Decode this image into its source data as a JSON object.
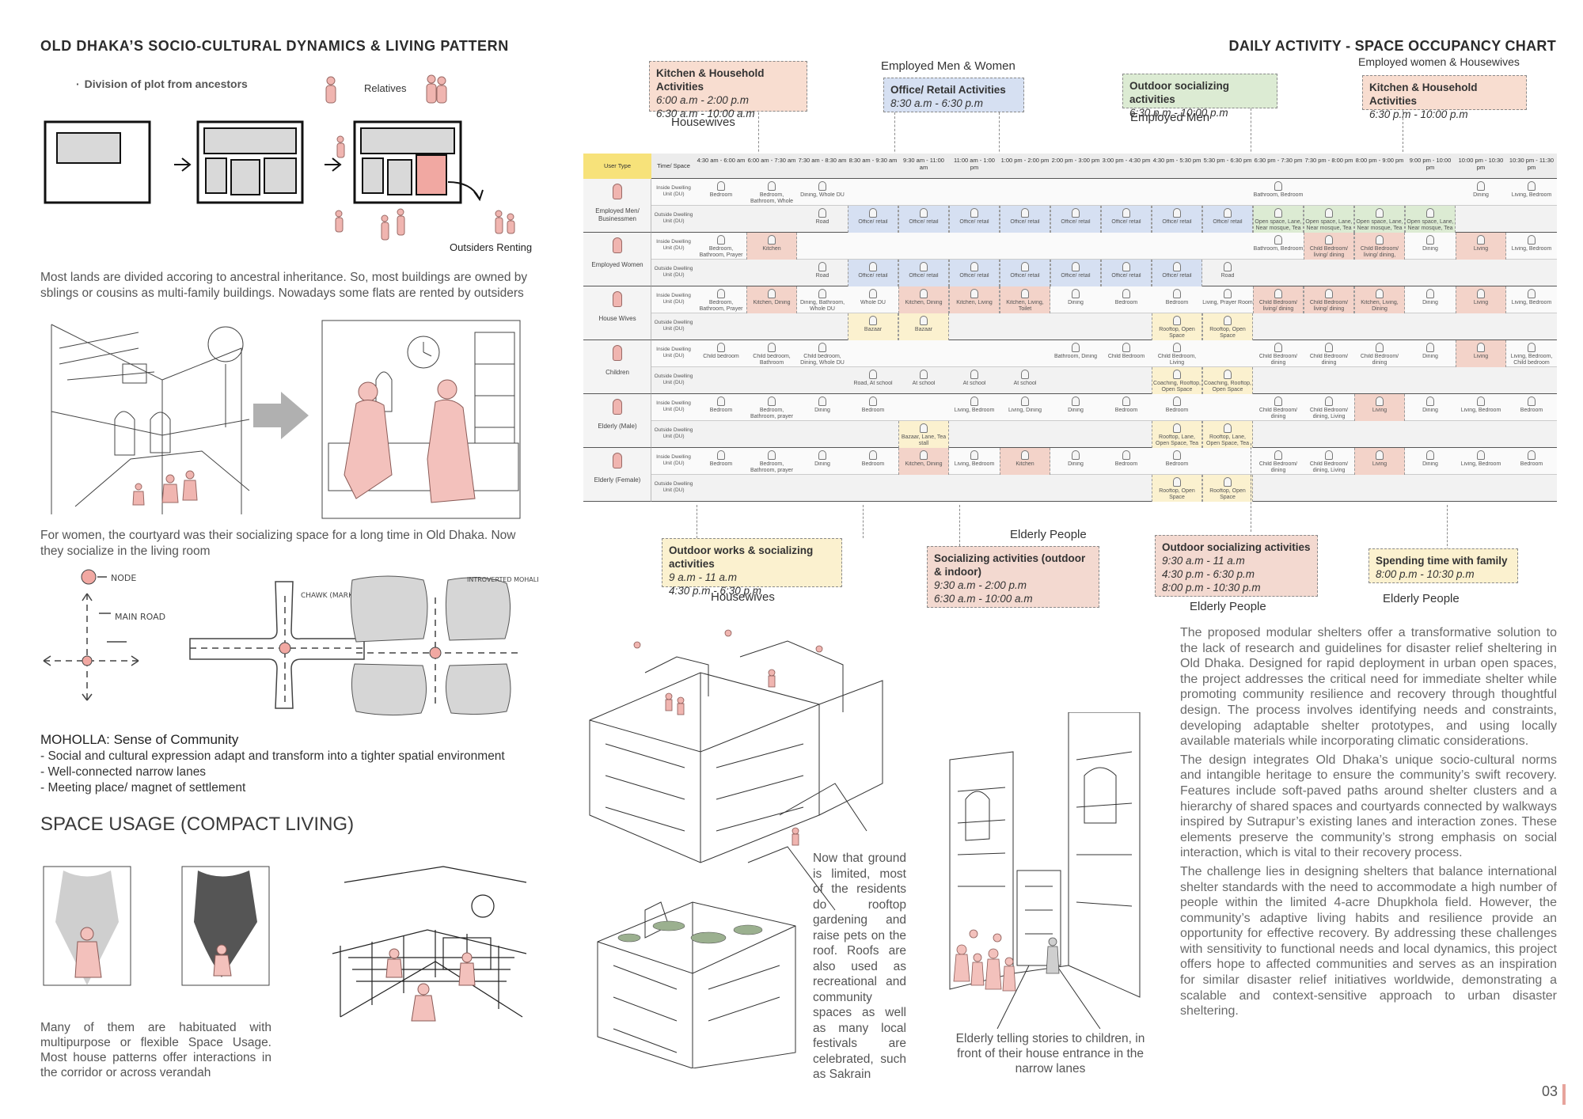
{
  "left": {
    "heading": "OLD DHAKA’S SOCIO-CULTURAL DYNAMICS & LIVING PATTERN",
    "plot_label": "Division of plot from ancestors",
    "relatives_label": "Relatives",
    "outsiders_label": "Outsiders Renting",
    "para1": "Most lands are divided accoring to ancestral inheritance. So, most buildings are owned by sblings or cousins as multi-family buildings. Nowadays some flats are rented by outsiders",
    "para2": "For women, the courtyard was their socializing space for a long time in Old Dhaka. Now they socialize in the living room",
    "sketch_node": "NODE",
    "sketch_main_road": "MAIN ROAD",
    "sketch_chawk": "CHAWK (MARKET PLACE)",
    "sketch_introverted": "INTROVERTED MOHALLAS WITH MIX-USE SHOP-HOUSE",
    "moholla_title": "MOHOLLA: Sense of Community",
    "moholla_points": [
      "- Social and cultural expression adapt and transform into a tighter spatial environment",
      "- Well-connected narrow lanes",
      "- Meeting place/ magnet of settlement"
    ],
    "space_usage_heading": "SPACE USAGE (COMPACT LIVING)",
    "para3": "Many of them are habituated with multipurpose or flexible Space Usage. Most house patterns offer interactions in the corridor or across verandah"
  },
  "right": {
    "heading": "DAILY ACTIVITY - SPACE OCCUPANCY CHART",
    "top_callouts": [
      {
        "title": "Kitchen & Household Activities",
        "lines": [
          "6:00 a.m - 2:00 p.m",
          "6:30 a.m - 10:00 a.m"
        ],
        "who": "Housewives",
        "bg": "#f8ddd0"
      },
      {
        "title": "Office/ Retail Activities",
        "lines": [
          "8:30 a.m - 6:30 p.m"
        ],
        "who": "Employed Men & Women",
        "bg": "#d6e0f2"
      },
      {
        "title": "Outdoor socializing activities",
        "lines": [
          "6:30 p.m - 10:00 p.m"
        ],
        "who": "Employed Men",
        "bg": "#dcebd3"
      },
      {
        "title": "Kitchen & Household Activities",
        "lines": [
          "6:30 p.m - 10:00 p.m"
        ],
        "who": "Employed women & Housewives",
        "bg": "#f8ddd0"
      }
    ],
    "bottom_callouts": [
      {
        "title": "Outdoor works & socializing  activities",
        "lines": [
          "9 a.m - 11 a.m",
          "4:30 p.m - 6:30 p.m"
        ],
        "who": "Housewives",
        "bg": "#fbf1cf"
      },
      {
        "title": "Socializing activities (outdoor & indoor)",
        "lines": [
          "9:30 a.m - 2:00 p.m",
          "6:30 a.m - 10:00 a.m"
        ],
        "who": "Elderly People",
        "bg": "#f3d9d0"
      },
      {
        "title": "Outdoor socializing activities",
        "lines": [
          "9:30 a.m - 11 a.m",
          "4:30 p.m - 6:30 p.m",
          "8:00 p.m - 10:30 p.m"
        ],
        "who": "Elderly People",
        "bg": "#f3d9d0"
      },
      {
        "title": "Spending time with family",
        "lines": [
          "8:00 p.m - 10:30 p.m"
        ],
        "who": "Elderly People",
        "bg": "#fbf1cf"
      }
    ],
    "chart": {
      "header_user": "User Type",
      "header_space": "Time/ Space",
      "times": [
        "4:30 am - 6:00 am",
        "6:00 am - 7:30 am",
        "7:30 am - 8:30 am",
        "8:30 am - 9:30 am",
        "9:30 am - 11:00 am",
        "11:00 am - 1:00 pm",
        "1:00 pm - 2:00 pm",
        "2:00 pm - 3:00 pm",
        "3:00 pm - 4:30 pm",
        "4:30 pm - 5:30 pm",
        "5:30 pm - 6:30 pm",
        "6:30 pm - 7:30 pm",
        "7:30 pm - 8:00 pm",
        "8:00 pm - 9:00 pm",
        "9:00 pm - 10:00 pm",
        "10:00 pm - 10:30 pm",
        "10:30 pm - 11:30 pm"
      ],
      "groups": [
        {
          "user": "Employed Men/ Businessmen",
          "rows": [
            {
              "space": "Inside Dwelling Unit (DU)",
              "cells": [
                "Bedroom",
                "Bedroom, Bathroom, Whole DU",
                "Dining, Whole DU",
                "",
                "",
                "",
                "",
                "",
                "",
                "",
                "",
                "Bathroom, Bedroom",
                "",
                "",
                "",
                "Dining",
                "Living, Bedroom"
              ]
            },
            {
              "space": "Outside Dwelling Unit (DU)",
              "cells": [
                "",
                "",
                "Road",
                "Office/ retail",
                "Office/ retail",
                "Office/ retail",
                "Office/ retail",
                "Office/ retail",
                "Office/ retail",
                "Office/ retail",
                "Office/ retail",
                "Open space, Lane, Near mosque, Tea stall",
                "Open space, Lane, Near mosque, Tea stall",
                "Open space, Lane, Near mosque, Tea stall",
                "Open space, Lane, Near mosque, Tea stall",
                "",
                ""
              ]
            }
          ]
        },
        {
          "user": "Employed Women",
          "rows": [
            {
              "space": "Inside Dwelling Unit (DU)",
              "cells": [
                "Bedroom, Bathroom, Prayer Room, Dining",
                "Kitchen",
                "",
                "",
                "",
                "",
                "",
                "",
                "",
                "",
                "",
                "Bathroom, Bedroom",
                "Child Bedroom/ living/ dining",
                "Child Bedroom/ living/ dining, Kitchen",
                "Dining",
                "Living",
                "Living, Bedroom"
              ]
            },
            {
              "space": "Outside Dwelling Unit (DU)",
              "cells": [
                "",
                "",
                "Road",
                "Office/ retail",
                "Office/ retail",
                "Office/ retail",
                "Office/ retail",
                "Office/ retail",
                "Office/ retail",
                "Office/ retail",
                "Road",
                "",
                "",
                "",
                "",
                "",
                ""
              ]
            }
          ]
        },
        {
          "user": "House Wives",
          "rows": [
            {
              "space": "Inside Dwelling Unit (DU)",
              "cells": [
                "Bedroom, Bathroom, Prayer Room, Dining",
                "Kitchen, Dining",
                "Dining, Bathroom, Whole DU",
                "Whole DU",
                "Kitchen, Dining",
                "Kitchen, Living",
                "Kitchen, Living, Toilet",
                "Dining",
                "Bedroom",
                "Bedroom",
                "Living, Prayer Room",
                "Child Bedroom/ living/ dining",
                "Child Bedroom/ living/ dining",
                "Kitchen, Living, Dining",
                "Dining",
                "Living",
                "Living, Bedroom"
              ]
            },
            {
              "space": "Outside Dwelling Unit (DU)",
              "cells": [
                "",
                "",
                "",
                "Bazaar",
                "Bazaar",
                "",
                "",
                "",
                "",
                "Rooftop, Open Space",
                "Rooftop, Open Space",
                "",
                "",
                "",
                "",
                "",
                ""
              ]
            }
          ]
        },
        {
          "user": "Children",
          "rows": [
            {
              "space": "Inside Dwelling Unit (DU)",
              "cells": [
                "Child bedroom",
                "Child bedroom, Bathroom",
                "Child bedroom, Dining, Whole DU",
                "",
                "",
                "",
                "",
                "Bathroom, Dining",
                "Child Bedroom",
                "Child Bedroom, Living",
                "",
                "Child Bedroom/ dining",
                "Child Bedroom/ dining",
                "Child Bedroom/ dining",
                "Dining",
                "Living",
                "Living, Bedroom, Child bedroom"
              ]
            },
            {
              "space": "Outside Dwelling Unit (DU)",
              "cells": [
                "",
                "",
                "",
                "Road, At school",
                "At school",
                "At school",
                "At school",
                "",
                "",
                "Coaching, Rooftop, Open Space",
                "Coaching, Rooftop, Open Space",
                "",
                "",
                "",
                "",
                "",
                ""
              ]
            }
          ]
        },
        {
          "user": "Elderly (Male)",
          "rows": [
            {
              "space": "Inside Dwelling Unit (DU)",
              "cells": [
                "Bedroom",
                "Bedroom, Bathroom, prayer room",
                "Dining",
                "Bedroom",
                "",
                "Living, Bedroom",
                "Living, Dining",
                "Dining",
                "Bedroom",
                "Bedroom",
                "",
                "Child Bedroom/ dining",
                "Child Bedroom/ dining, Living",
                "Living",
                "Dining",
                "Living, Bedroom",
                "Bedroom"
              ]
            },
            {
              "space": "Outside Dwelling Unit (DU)",
              "cells": [
                "",
                "",
                "",
                "",
                "Bazaar, Lane, Tea stall",
                "",
                "",
                "",
                "",
                "Rooftop, Lane, Open Space, Tea stall",
                "Rooftop, Lane, Open Space, Tea stall",
                "",
                "",
                "",
                "",
                "",
                ""
              ]
            }
          ]
        },
        {
          "user": "Elderly (Female)",
          "rows": [
            {
              "space": "Inside Dwelling Unit (DU)",
              "cells": [
                "Bedroom",
                "Bedroom, Bathroom, prayer room",
                "Dining",
                "Bedroom",
                "Kitchen, Dining",
                "Living, Bedroom",
                "Kitchen",
                "Dining",
                "Bedroom",
                "Bedroom",
                "",
                "Child Bedroom/ dining",
                "Child Bedroom/ dining, Living",
                "Living",
                "Dining",
                "Living, Bedroom",
                "Bedroom"
              ]
            },
            {
              "space": "Outside Dwelling Unit (DU)",
              "cells": [
                "",
                "",
                "",
                "",
                "",
                "",
                "",
                "",
                "",
                "Rooftop, Open Space",
                "Rooftop, Open Space",
                "",
                "",
                "",
                "",
                "",
                ""
              ]
            }
          ]
        }
      ]
    },
    "roof_caption": "Now that ground is limited, most of the residents do rooftop gardening and raise pets on the roof. Roofs are also used as recreational and community spaces as well as many local festivals are celebrated, such as Sakrain",
    "lane_caption": "Elderly telling stories to children, in front of their house entrance in the narrow lanes",
    "body_paras": [
      "The proposed modular shelters offer a transformative solution to the lack of research and guidelines for disaster relief sheltering in Old Dhaka. Designed for rapid deployment in urban open spaces, the project addresses the critical need for immediate shelter while promoting community resilience and recovery through thoughtful design. The process involves identifying needs and constraints, developing adaptable shelter prototypes, and using locally available materials while incorporating climatic considerations.",
      "The design integrates Old Dhaka’s unique socio-cultural norms and intangible heritage to ensure the community’s swift recovery. Features include soft-paved paths around shelter clusters and a hierarchy of shared spaces and courtyards connected by walkways inspired by Sutrapur’s existing lanes and interaction zones. These elements preserve the community’s strong emphasis on social interaction, which is vital to their recovery process.",
      "The challenge lies in designing shelters that balance international shelter standards with the need to accommodate a high number of people within the limited 4-acre Dhupkhola field. However, the community’s adaptive living habits and resilience provide an opportunity for effective recovery. By addressing these challenges with sensitivity to functional needs and local dynamics, this project offers hope to affected communities and serves as an inspiration for similar disaster relief initiatives worldwide, demonstrating a scalable and context-sensitive approach to urban disaster sheltering."
    ],
    "page_number": "03"
  }
}
